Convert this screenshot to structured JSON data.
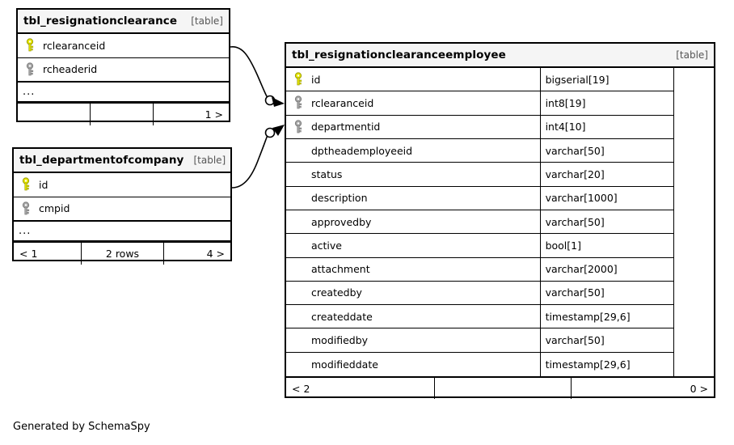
{
  "diagram": {
    "caption": "Generated by SchemaSpy",
    "table_tag": "[table]",
    "ellipsis": "...",
    "colors": {
      "primary_key": "#e8e800",
      "foreign_key": "#a8a8a8",
      "header_bg": "#f5f5f5",
      "border": "#000000",
      "background": "#ffffff"
    }
  },
  "tables": [
    {
      "id": "resignationclearance",
      "name": "tbl_resignationclearance",
      "tag": "[table]",
      "columns": [
        {
          "key": "primary",
          "key_icon": "key-icon-primary",
          "name": "rclearanceid"
        },
        {
          "key": "foreign",
          "key_icon": "key-icon-foreign",
          "name": "rcheaderid"
        }
      ],
      "has_ellipsis": true,
      "footer": {
        "left": "",
        "center": "",
        "right": "1 >"
      }
    },
    {
      "id": "departmentofcompany",
      "name": "tbl_departmentofcompany",
      "tag": "[table]",
      "columns": [
        {
          "key": "primary",
          "key_icon": "key-icon-primary",
          "name": "id"
        },
        {
          "key": "foreign",
          "key_icon": "key-icon-foreign",
          "name": "cmpid"
        }
      ],
      "has_ellipsis": true,
      "footer": {
        "left": "< 1",
        "center": "2 rows",
        "right": "4 >"
      }
    },
    {
      "id": "resignationclearanceemployee",
      "name": "tbl_resignationclearanceemployee",
      "tag": "[table]",
      "columns": [
        {
          "key": "primary",
          "key_icon": "key-icon-primary",
          "name": "id",
          "type": "bigserial[19]"
        },
        {
          "key": "foreign",
          "key_icon": "key-icon-foreign",
          "name": "rclearanceid",
          "type": "int8[19]"
        },
        {
          "key": "foreign",
          "key_icon": "key-icon-foreign",
          "name": "departmentid",
          "type": "int4[10]"
        },
        {
          "key": "none",
          "key_icon": "",
          "name": "dptheademployeeid",
          "type": "varchar[50]"
        },
        {
          "key": "none",
          "key_icon": "",
          "name": "status",
          "type": "varchar[20]"
        },
        {
          "key": "none",
          "key_icon": "",
          "name": "description",
          "type": "varchar[1000]"
        },
        {
          "key": "none",
          "key_icon": "",
          "name": "approvedby",
          "type": "varchar[50]"
        },
        {
          "key": "none",
          "key_icon": "",
          "name": "active",
          "type": "bool[1]"
        },
        {
          "key": "none",
          "key_icon": "",
          "name": "attachment",
          "type": "varchar[2000]"
        },
        {
          "key": "none",
          "key_icon": "",
          "name": "createdby",
          "type": "varchar[50]"
        },
        {
          "key": "none",
          "key_icon": "",
          "name": "createddate",
          "type": "timestamp[29,6]"
        },
        {
          "key": "none",
          "key_icon": "",
          "name": "modifiedby",
          "type": "varchar[50]"
        },
        {
          "key": "none",
          "key_icon": "",
          "name": "modifieddate",
          "type": "timestamp[29,6]"
        }
      ],
      "has_ellipsis": false,
      "footer": {
        "left": "< 2",
        "center": "",
        "right": "0 >"
      }
    }
  ],
  "relationships": [
    {
      "name": "rel-resignationclearance-to-employee",
      "from_table": "tbl_resignationclearance",
      "from_column": "rclearanceid",
      "to_table": "tbl_resignationclearanceemployee",
      "to_column": "rclearanceid"
    },
    {
      "name": "rel-departmentofcompany-to-employee",
      "from_table": "tbl_departmentofcompany",
      "from_column": "id",
      "to_table": "tbl_resignationclearanceemployee",
      "to_column": "departmentid"
    }
  ]
}
